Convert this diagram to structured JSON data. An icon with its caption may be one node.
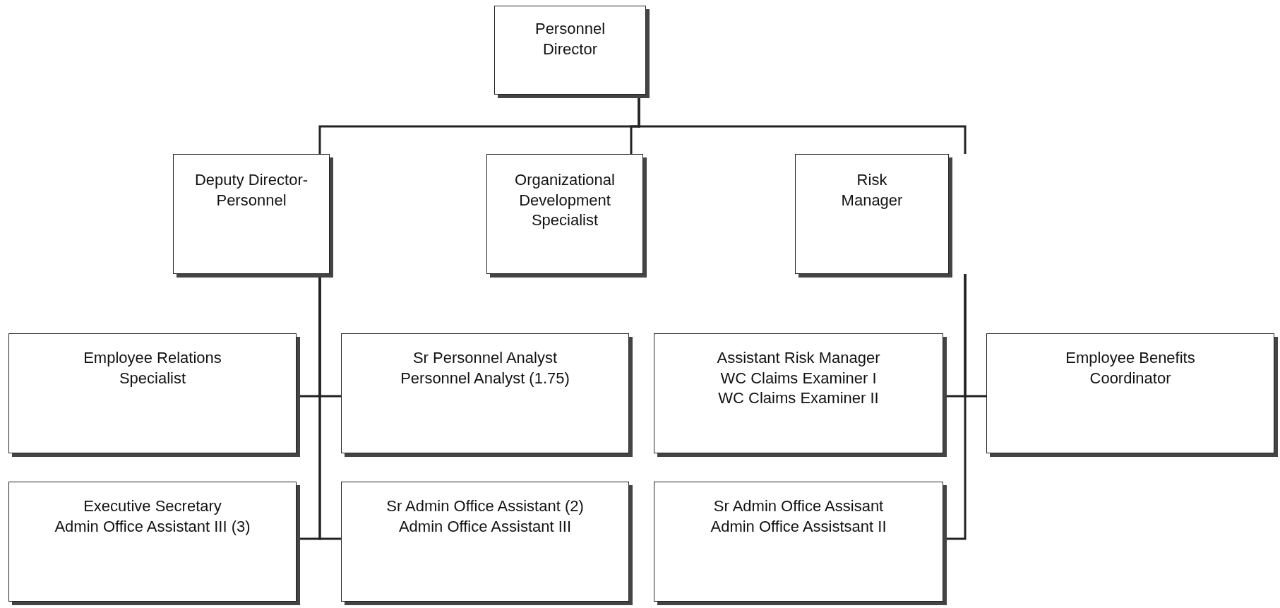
{
  "diagram": {
    "nodes": [
      {
        "text": [
          "Personnel Director"
        ]
      },
      {
        "text": [
          "Deputy Director-Personnel"
        ]
      },
      {
        "text": [
          "Organizational Development Specialist"
        ]
      },
      {
        "text": [
          "Risk Manager"
        ]
      },
      {
        "text": [
          "Employee Relations Specialist"
        ]
      },
      {
        "text": [
          "Sr Personnel Analyst",
          "Personnel Analyst (1.75)"
        ]
      },
      {
        "text": [
          "Assistant Risk Manager",
          "WC Claims Examiner I",
          "WC Claims Examiner II"
        ]
      },
      {
        "text": [
          "Employee Benefits Coordinator"
        ]
      },
      {
        "text": [
          "Executive Secretary",
          "Admin Office Assistant III (3)"
        ]
      },
      {
        "text": [
          "Sr Admin Office Assistant (2)",
          "Admin Office Assistant III"
        ]
      },
      {
        "text": [
          "Sr Admin Office Assisant",
          "Admin Office Assistsant II"
        ]
      }
    ],
    "edges": [
      {
        "from": 0,
        "to": 1,
        "arrow": "none"
      },
      {
        "from": 0,
        "to": 2,
        "arrow": "none"
      },
      {
        "from": 0,
        "to": 3,
        "arrow": "none"
      },
      {
        "from": 1,
        "to": 4,
        "arrow": "none"
      },
      {
        "from": 1,
        "to": 5,
        "arrow": "none"
      },
      {
        "from": 1,
        "to": 8,
        "arrow": "none"
      },
      {
        "from": 1,
        "to": 9,
        "arrow": "none"
      },
      {
        "from": 3,
        "to": 6,
        "arrow": "none"
      },
      {
        "from": 3,
        "to": 7,
        "arrow": "none"
      },
      {
        "from": 3,
        "to": 10,
        "arrow": "none"
      }
    ]
  }
}
